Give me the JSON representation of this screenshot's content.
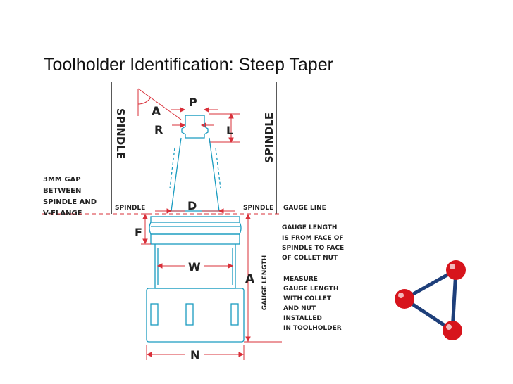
{
  "slide": {
    "title": "Toolholder Identification: Steep Taper"
  },
  "diagram": {
    "colors": {
      "outline": "#1a9cc0",
      "dimension": "#d9303a",
      "text": "#222222",
      "logo_node": "#d7141c",
      "logo_edge": "#1e3f7a"
    },
    "spindle_labels": [
      "SPINDLE",
      "SPINDLE"
    ],
    "dimension_letters": {
      "p": "P",
      "a_angle": "A",
      "r": "R",
      "l": "L",
      "d": "D",
      "f": "F",
      "w": "W",
      "a_length": "A",
      "n": "N"
    },
    "notes": {
      "gap_lines": [
        "3MM GAP",
        "BETWEEN",
        "SPINDLE AND",
        "V-FLANGE"
      ],
      "spindle_left": "SPINDLE",
      "spindle_right": "SPINDLE",
      "gauge_line": "GAUGE LINE",
      "gauge_length_lines": [
        "GAUGE LENGTH",
        "IS FROM FACE OF",
        "SPINDLE TO FACE",
        "OF COLLET NUT"
      ],
      "measure_lines": [
        "MEASURE",
        "GAUGE LENGTH",
        "WITH COLLET",
        "AND NUT",
        "INSTALLED",
        "IN TOOLHOLDER"
      ],
      "gauge_length_vertical": "GAUGE LENGTH"
    }
  }
}
